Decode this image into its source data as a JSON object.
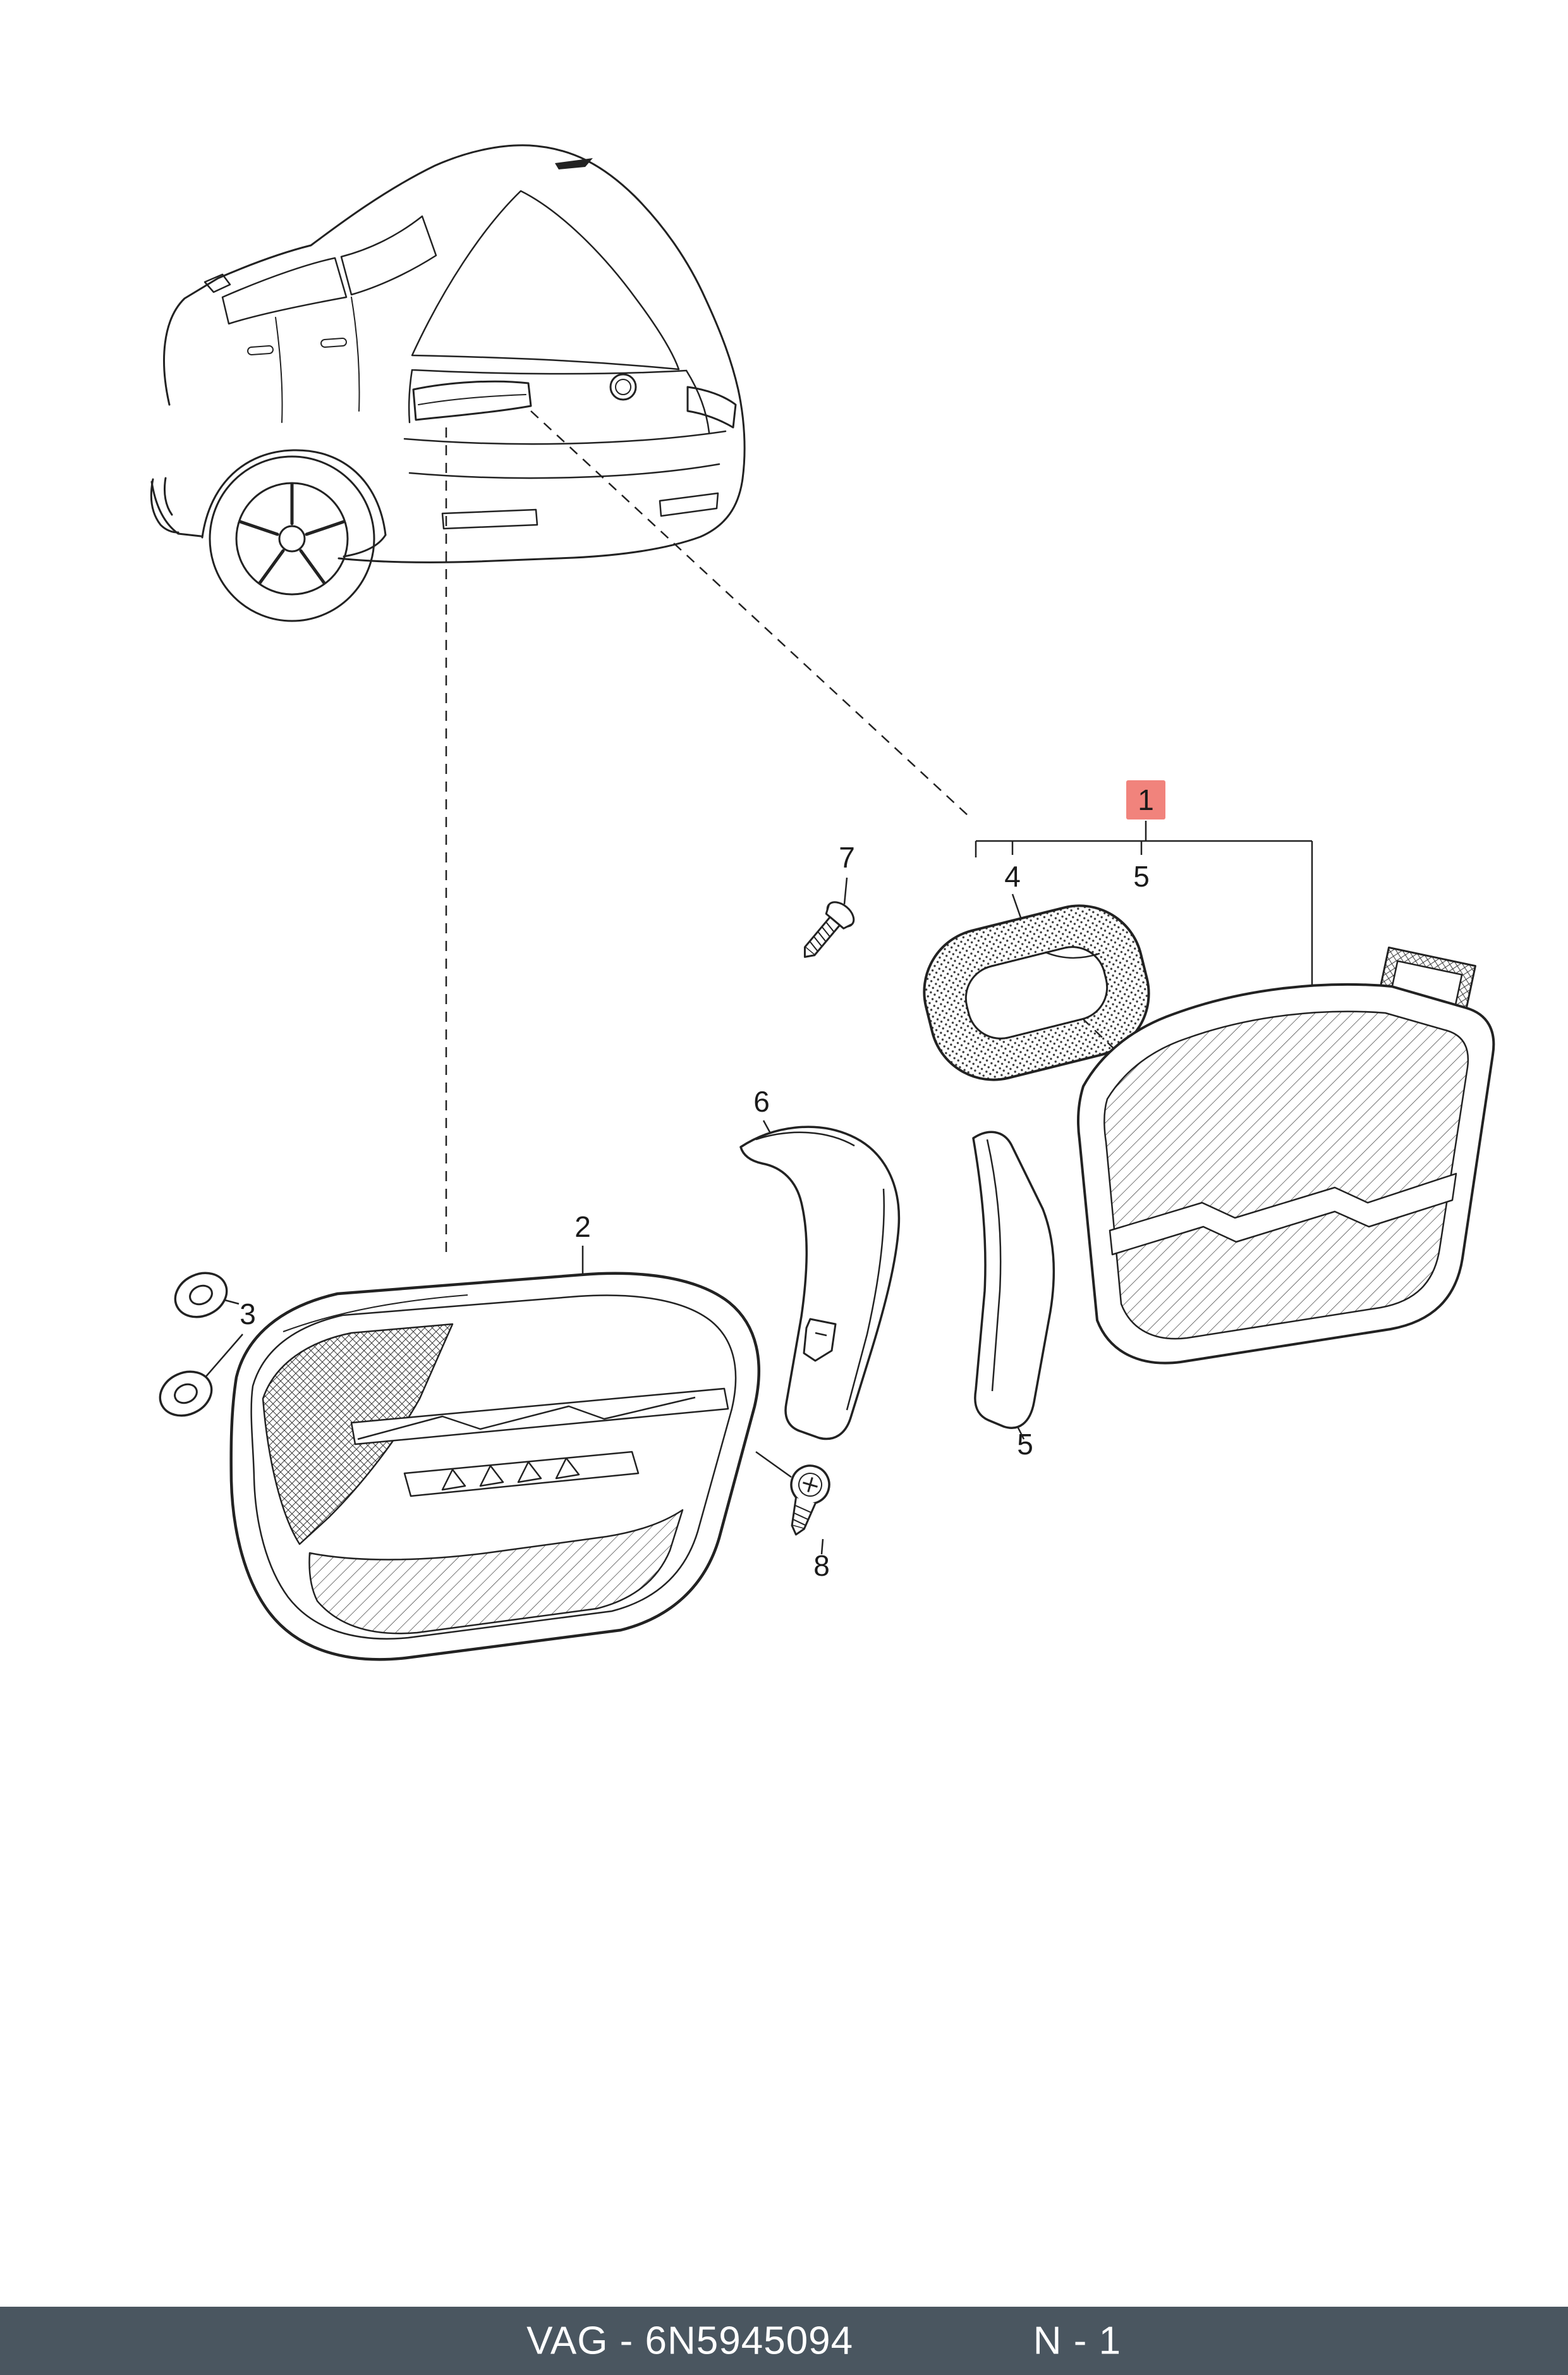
{
  "colors": {
    "highlight": "#f1837c",
    "footer_bg": "#4a5660",
    "footer_text": "#ffffff",
    "line": "#222222"
  },
  "callouts": {
    "assembly": "1",
    "outer_lamp": "2",
    "grommets": "3",
    "gasket": "4",
    "strip_top": "5",
    "strip_bottom": "5",
    "trim_bracket": "6",
    "screw_top": "7",
    "screw_bottom": "8"
  },
  "footer": {
    "part_code": "VAG - 6N5945094",
    "page_ref": "N - 1"
  }
}
